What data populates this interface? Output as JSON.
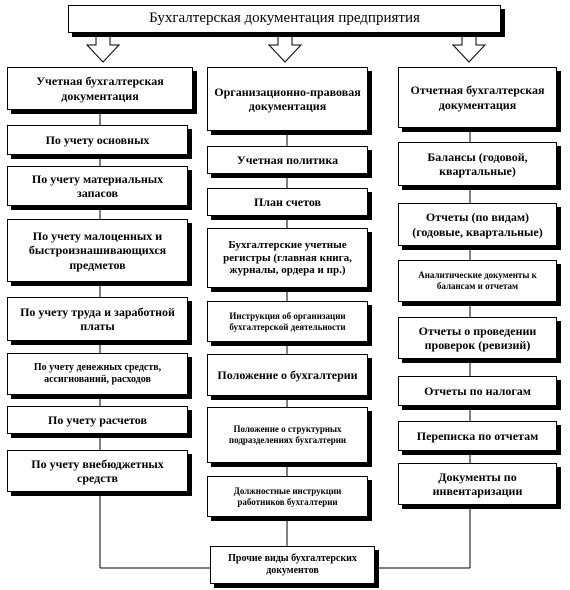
{
  "title": "Бухгалтерская документация предприятия",
  "columns": [
    {
      "header": "Учетная бухгалтерская документация",
      "items": [
        "По учету основных",
        "По учету материальных запасов",
        "По учету малоценных и быстроизнашивающихся предметов",
        "По учету труда и заработной платы",
        "По учету денежных средств, ассигнований, расходов",
        "По учету расчетов",
        "По учету внебюджетных средств"
      ]
    },
    {
      "header": "Организационно-правовая документация",
      "items": [
        "Учетная политика",
        "План счетов",
        "Бухгалтерские учетные регистры (главная книга, журналы, ордера и пр.)",
        "Инструкция об организации бухгалтерской деятельности",
        "Положение о бухгалтерии",
        "Положение о структурных подразделениях бухгалтерии",
        "Должностные инструкции работников бухгалтерии"
      ]
    },
    {
      "header": "Отчетная бухгалтерская документация",
      "items": [
        "Балансы (годовой, квартальные)",
        "Отчеты (по видам) (годовые, квартальные)",
        "Аналитические документы к балансам и отчетам",
        "Отчеты о проведении проверок (ревизий)",
        "Отчеты по налогам",
        "Переписка по отчетам",
        "Документы по инвентаризации"
      ]
    }
  ],
  "bottom": "Прочие виды бухгалтерских документов"
}
